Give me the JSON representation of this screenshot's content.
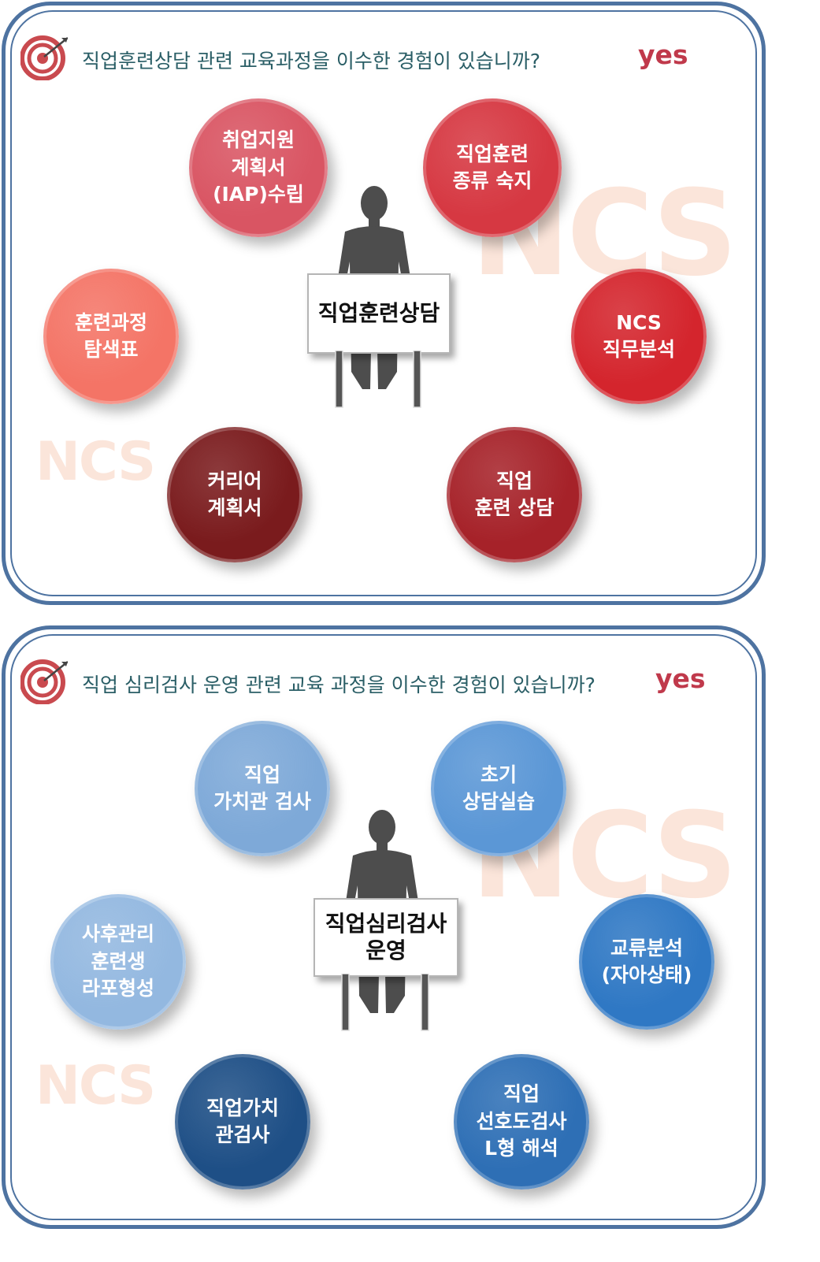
{
  "panels": [
    {
      "question": "직업훈련상담 관련 교육과정을 이수한 경험이 있습니까?",
      "answer": "yes",
      "center_label": "직업훈련상담",
      "watermark": "NCS",
      "nodes": [
        {
          "label": "취업지원\n계획서\n(IAP)수립",
          "color": "#d95563"
        },
        {
          "label": "직업훈련\n종류 숙지",
          "color": "#d63842"
        },
        {
          "label": "훈련과정\n탐색표",
          "color": "#f47466"
        },
        {
          "label": "NCS\n직무분석",
          "color": "#d4252d"
        },
        {
          "label": "커리어\n계획서",
          "color": "#7a1b1d"
        },
        {
          "label": "직업\n훈련 상담",
          "color": "#a62229"
        }
      ]
    },
    {
      "question": "직업 심리검사 운영 관련 교육 과정을 이수한 경험이 있습니까?",
      "answer": "yes",
      "center_label": "직업심리검사\n운영",
      "watermark": "NCS",
      "nodes": [
        {
          "label": "직업\n가치관 검사",
          "color": "#7ea9d8"
        },
        {
          "label": "초기\n상담실습",
          "color": "#5b97d6"
        },
        {
          "label": "사후관리\n훈련생\n라포형성",
          "color": "#93b8e0"
        },
        {
          "label": "교류분석\n(자아상태)",
          "color": "#2f78c4"
        },
        {
          "label": "직업가치\n관검사",
          "color": "#1e4f86"
        },
        {
          "label": "직업\n선호도검사\nL형 해석",
          "color": "#2e6fb5"
        }
      ]
    }
  ]
}
